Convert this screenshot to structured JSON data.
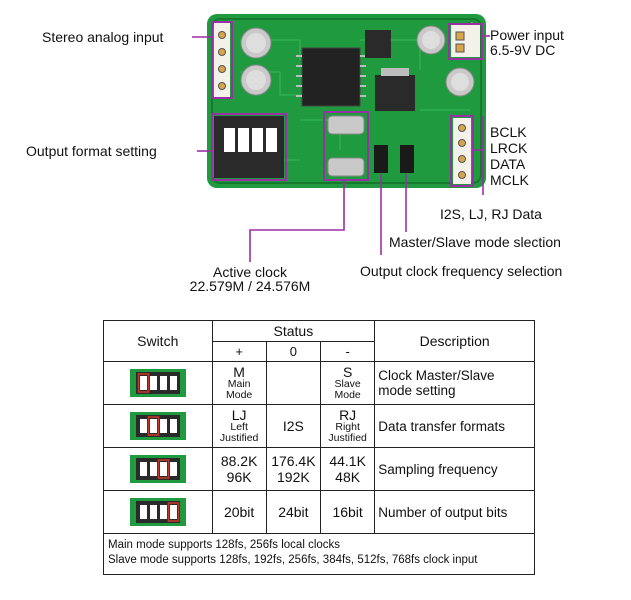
{
  "labels": {
    "stereo_input": "Stereo analog input",
    "power_input": "Power input",
    "power_voltage": "6.5-9V DC",
    "output_format": "Output format setting",
    "bclk": "BCLK",
    "lrck": "LRCK",
    "data": "DATA",
    "mclk": "MCLK",
    "i2s_data": "I2S, LJ, RJ Data",
    "master_slave": "Master/Slave mode slection",
    "active_clock": "Active clock",
    "active_clock_freq": "22.579M / 24.576M",
    "output_clock_freq": "Output clock frequency selection"
  },
  "table": {
    "switch_header": "Switch",
    "status_header": "Status",
    "description_header": "Description",
    "plus": "+",
    "zero": "0",
    "minus": "-",
    "rows": [
      {
        "plus_main": "M",
        "plus_sub": "Main Mode",
        "zero_main": "",
        "minus_main": "S",
        "minus_sub": "Slave Mode",
        "description": "Clock Master/Slave mode setting",
        "highlight": 1
      },
      {
        "plus_main": "LJ",
        "plus_sub": "Left Justified",
        "zero_main": "I2S",
        "minus_main": "RJ",
        "minus_sub": "Right Justified",
        "description": "Data transfer formats",
        "highlight": 2
      },
      {
        "plus_main": "88.2K 96K",
        "zero_main": "176.4K 192K",
        "minus_main": "44.1K 48K",
        "description": "Sampling frequency",
        "highlight": 3
      },
      {
        "plus_main": "20bit",
        "zero_main": "24bit",
        "minus_main": "16bit",
        "description": "Number of output bits",
        "highlight": 4
      }
    ],
    "note_line1": "Main mode supports 128fs, 256fs local clocks",
    "note_line2": "Slave mode supports 128fs, 192fs, 256fs, 384fs, 512fs, 768fs clock input"
  },
  "colors": {
    "pcb": "#1f9a3e",
    "pcb_dark": "#157a2e",
    "callout": "#9b2fa6",
    "highlight": "#c0392b"
  }
}
